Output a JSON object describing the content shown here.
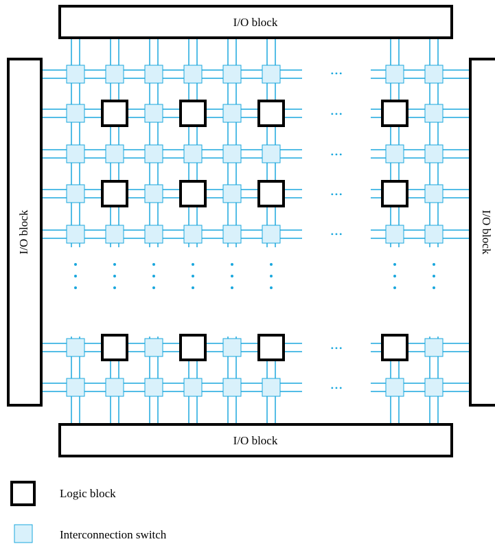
{
  "io_blocks": {
    "top": "I/O block",
    "bottom": "I/O block",
    "left": "I/O block",
    "right": "I/O block"
  },
  "ellipsis": "•••",
  "legend": {
    "logic_block": "Logic block",
    "interconnection_switch": "Interconnection switch"
  },
  "colors": {
    "wire": "#1aa7dd",
    "switch_fill": "#d9f1fb",
    "switch_stroke": "#1aa7dd",
    "block_stroke": "#000000",
    "dots": "#1aa7dd"
  }
}
